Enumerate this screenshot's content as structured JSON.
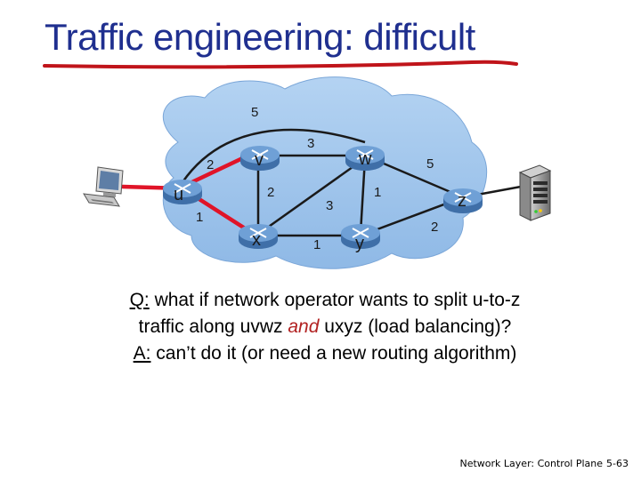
{
  "title": "Traffic engineering: difficult",
  "network": {
    "nodes": [
      {
        "id": "u",
        "label": "u"
      },
      {
        "id": "v",
        "label": "v"
      },
      {
        "id": "w",
        "label": "w"
      },
      {
        "id": "x",
        "label": "x"
      },
      {
        "id": "y",
        "label": "y"
      },
      {
        "id": "z",
        "label": "z"
      }
    ],
    "links": [
      {
        "from": "u",
        "to": "v",
        "cost": "2"
      },
      {
        "from": "u",
        "to": "x",
        "cost": "1"
      },
      {
        "from": "u",
        "to": "w",
        "cost": "5"
      },
      {
        "from": "v",
        "to": "w",
        "cost": "3"
      },
      {
        "from": "v",
        "to": "x",
        "cost": "2"
      },
      {
        "from": "w",
        "to": "x",
        "cost": "3"
      },
      {
        "from": "x",
        "to": "y",
        "cost": "1"
      },
      {
        "from": "w",
        "to": "y",
        "cost": "1"
      },
      {
        "from": "w",
        "to": "z",
        "cost": "5"
      },
      {
        "from": "y",
        "to": "z",
        "cost": "2"
      }
    ],
    "highlighted_paths": [
      "u-v",
      "u-x"
    ],
    "colors": {
      "cloud": "#9cc3ea",
      "router_top": "#6fa0d6",
      "router_side": "#3f6fa8",
      "link": "#1a1a1a",
      "highlight": "#e01428",
      "title": "#1f2f8f",
      "underline": "#c0141a"
    },
    "icons": [
      "desktop-computer-icon",
      "server-tower-icon"
    ]
  },
  "question": {
    "prefix": "Q:",
    "line1": " what if network operator wants to split  u-to-z",
    "line2_start": "traffic along uvwz ",
    "line2_emph": "and",
    "line2_end": " uxyz (load balancing)?"
  },
  "answer": {
    "prefix": "A:",
    "text": " can’t do it (or need a new routing algorithm)"
  },
  "footer": {
    "section": "Network Layer: Control Plane",
    "page": "5-63"
  }
}
